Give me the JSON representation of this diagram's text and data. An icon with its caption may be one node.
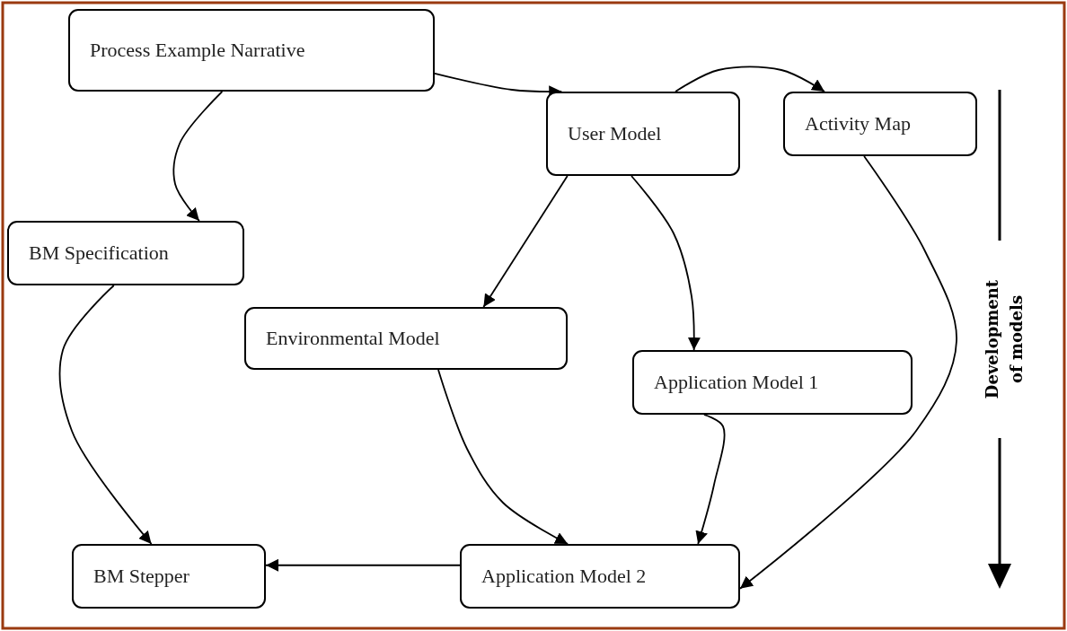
{
  "diagram": {
    "nodes": [
      {
        "text": [
          "Process Example Narrative"
        ]
      },
      {
        "text": [
          "User Model"
        ]
      },
      {
        "text": [
          "Activity Map"
        ]
      },
      {
        "text": [
          "BM Specification"
        ]
      },
      {
        "text": [
          "Environmental Model"
        ]
      },
      {
        "text": [
          "Application Model 1"
        ]
      },
      {
        "text": [
          "BM Stepper"
        ]
      },
      {
        "text": [
          "Application Model 2"
        ]
      }
    ],
    "edges": [
      {
        "from": 0,
        "to": 1,
        "arrow": "to"
      },
      {
        "from": 1,
        "to": 2,
        "arrow": "to"
      },
      {
        "from": 0,
        "to": 3,
        "arrow": "to"
      },
      {
        "from": 1,
        "to": 4,
        "arrow": "to"
      },
      {
        "from": 1,
        "to": 5,
        "arrow": "to"
      },
      {
        "from": 3,
        "to": 6,
        "arrow": "to"
      },
      {
        "from": 4,
        "to": 7,
        "arrow": "to"
      },
      {
        "from": 5,
        "to": 7,
        "arrow": "to"
      },
      {
        "from": 2,
        "to": 7,
        "arrow": "to"
      },
      {
        "from": 7,
        "to": 6,
        "arrow": "to"
      }
    ],
    "labels": [
      "Development of models"
    ]
  }
}
